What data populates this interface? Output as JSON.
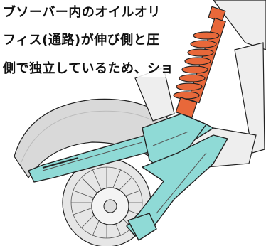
{
  "text": {
    "lines": [
      "ブソーバー内のオイルオリ",
      "フィス(通路)が伸び側と圧",
      "側で独立しているため、ショ"
    ]
  },
  "colors": {
    "swingarm": "#8fdad6",
    "shock": "#e8683a",
    "frame": "#eeeeee",
    "tire": "#d4d4d4",
    "outline": "#222222"
  }
}
